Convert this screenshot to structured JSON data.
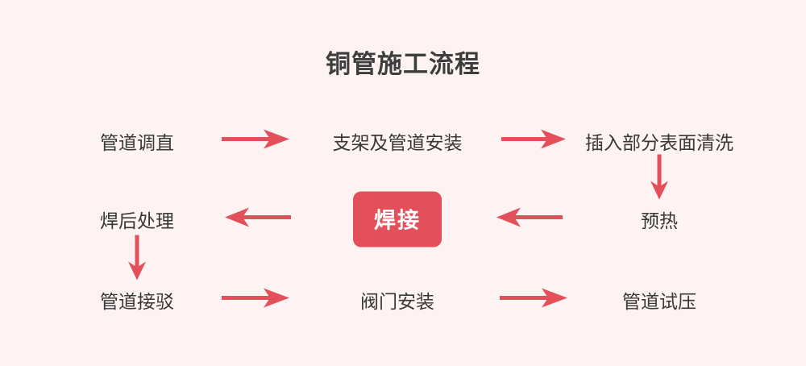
{
  "page": {
    "title": "铜管施工流程",
    "background_color": "#fdf3f2",
    "accent_color": "#e3505c",
    "text_color": "#383838",
    "title_color": "#3d3d3d"
  },
  "chart_data": {
    "type": "diagram",
    "title": "铜管施工流程",
    "layout": "serpentine-grid-3x3",
    "nodes": [
      {
        "id": "n1",
        "label": "管道调直",
        "row": 1,
        "col": 1,
        "highlight": false
      },
      {
        "id": "n2",
        "label": "支架及管道安装",
        "row": 1,
        "col": 2,
        "highlight": false
      },
      {
        "id": "n3",
        "label": "插入部分表面清洗",
        "row": 1,
        "col": 3,
        "highlight": false
      },
      {
        "id": "n4",
        "label": "预热",
        "row": 2,
        "col": 3,
        "highlight": false
      },
      {
        "id": "n5",
        "label": "焊接",
        "row": 2,
        "col": 2,
        "highlight": true
      },
      {
        "id": "n6",
        "label": "焊后处理",
        "row": 2,
        "col": 1,
        "highlight": false
      },
      {
        "id": "n7",
        "label": "管道接驳",
        "row": 3,
        "col": 1,
        "highlight": false
      },
      {
        "id": "n8",
        "label": "阀门安装",
        "row": 3,
        "col": 2,
        "highlight": false
      },
      {
        "id": "n9",
        "label": "管道试压",
        "row": 3,
        "col": 3,
        "highlight": false
      }
    ],
    "edges": [
      {
        "from": "n1",
        "to": "n2",
        "direction": "right"
      },
      {
        "from": "n2",
        "to": "n3",
        "direction": "right"
      },
      {
        "from": "n3",
        "to": "n4",
        "direction": "down"
      },
      {
        "from": "n4",
        "to": "n5",
        "direction": "left"
      },
      {
        "from": "n5",
        "to": "n6",
        "direction": "left"
      },
      {
        "from": "n6",
        "to": "n7",
        "direction": "down"
      },
      {
        "from": "n7",
        "to": "n8",
        "direction": "right"
      },
      {
        "from": "n8",
        "to": "n9",
        "direction": "right"
      }
    ]
  }
}
